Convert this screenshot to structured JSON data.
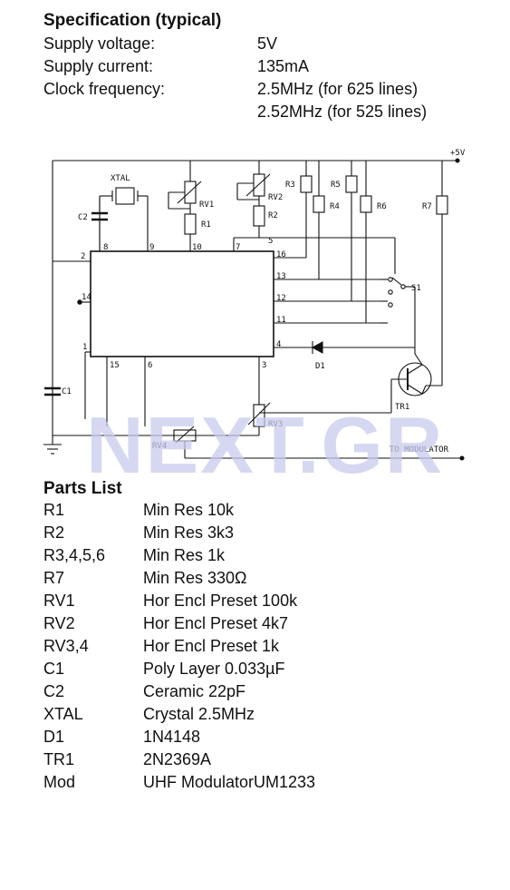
{
  "spec": {
    "title": "Specification (typical)",
    "rows": [
      {
        "label": "Supply voltage:",
        "value": "5V"
      },
      {
        "label": "Supply current:",
        "value": "135mA"
      },
      {
        "label": "Clock frequency:",
        "value": "2.5MHz (for 625 lines)"
      },
      {
        "label": "",
        "value": "2.52MHz (for 525 lines)"
      }
    ]
  },
  "schematic": {
    "supply": "+5V",
    "xtal": "XTAL",
    "c2": "C2",
    "c1": "C1",
    "rv1": "RV1",
    "r1": "R1",
    "rv2": "RV2",
    "r2": "R2",
    "r3": "R3",
    "r4": "R4",
    "r5": "R5",
    "r6": "R6",
    "r7": "R7",
    "s1": "S1",
    "d1": "D1",
    "tr1": "TR1",
    "rv3": "RV3",
    "rv4": "RV4",
    "to_modulator": "TO MODULATOR",
    "pins": [
      "2",
      "8",
      "9",
      "10",
      "7",
      "5",
      "16",
      "13",
      "12",
      "11",
      "4",
      "14",
      "1",
      "15",
      "6",
      "3"
    ]
  },
  "watermark": "NEXT.GR",
  "parts": {
    "title": "Parts List",
    "items": [
      {
        "ref": "R1",
        "desc": "Min Res 10k"
      },
      {
        "ref": "R2",
        "desc": "Min Res 3k3"
      },
      {
        "ref": "R3,4,5,6",
        "desc": "Min Res 1k"
      },
      {
        "ref": "R7",
        "desc": "Min Res 330Ω"
      },
      {
        "ref": "RV1",
        "desc": "Hor Encl Preset 100k"
      },
      {
        "ref": "RV2",
        "desc": "Hor Encl Preset 4k7"
      },
      {
        "ref": "RV3,4",
        "desc": "Hor Encl Preset 1k"
      },
      {
        "ref": "C1",
        "desc": "Poly Layer 0.033µF"
      },
      {
        "ref": "C2",
        "desc": "Ceramic 22pF"
      },
      {
        "ref": "XTAL",
        "desc": "Crystal 2.5MHz"
      },
      {
        "ref": "D1",
        "desc": "1N4148"
      },
      {
        "ref": "TR1",
        "desc": "2N2369A"
      },
      {
        "ref": "Mod",
        "desc": "UHF ModulatorUM1233"
      }
    ]
  }
}
